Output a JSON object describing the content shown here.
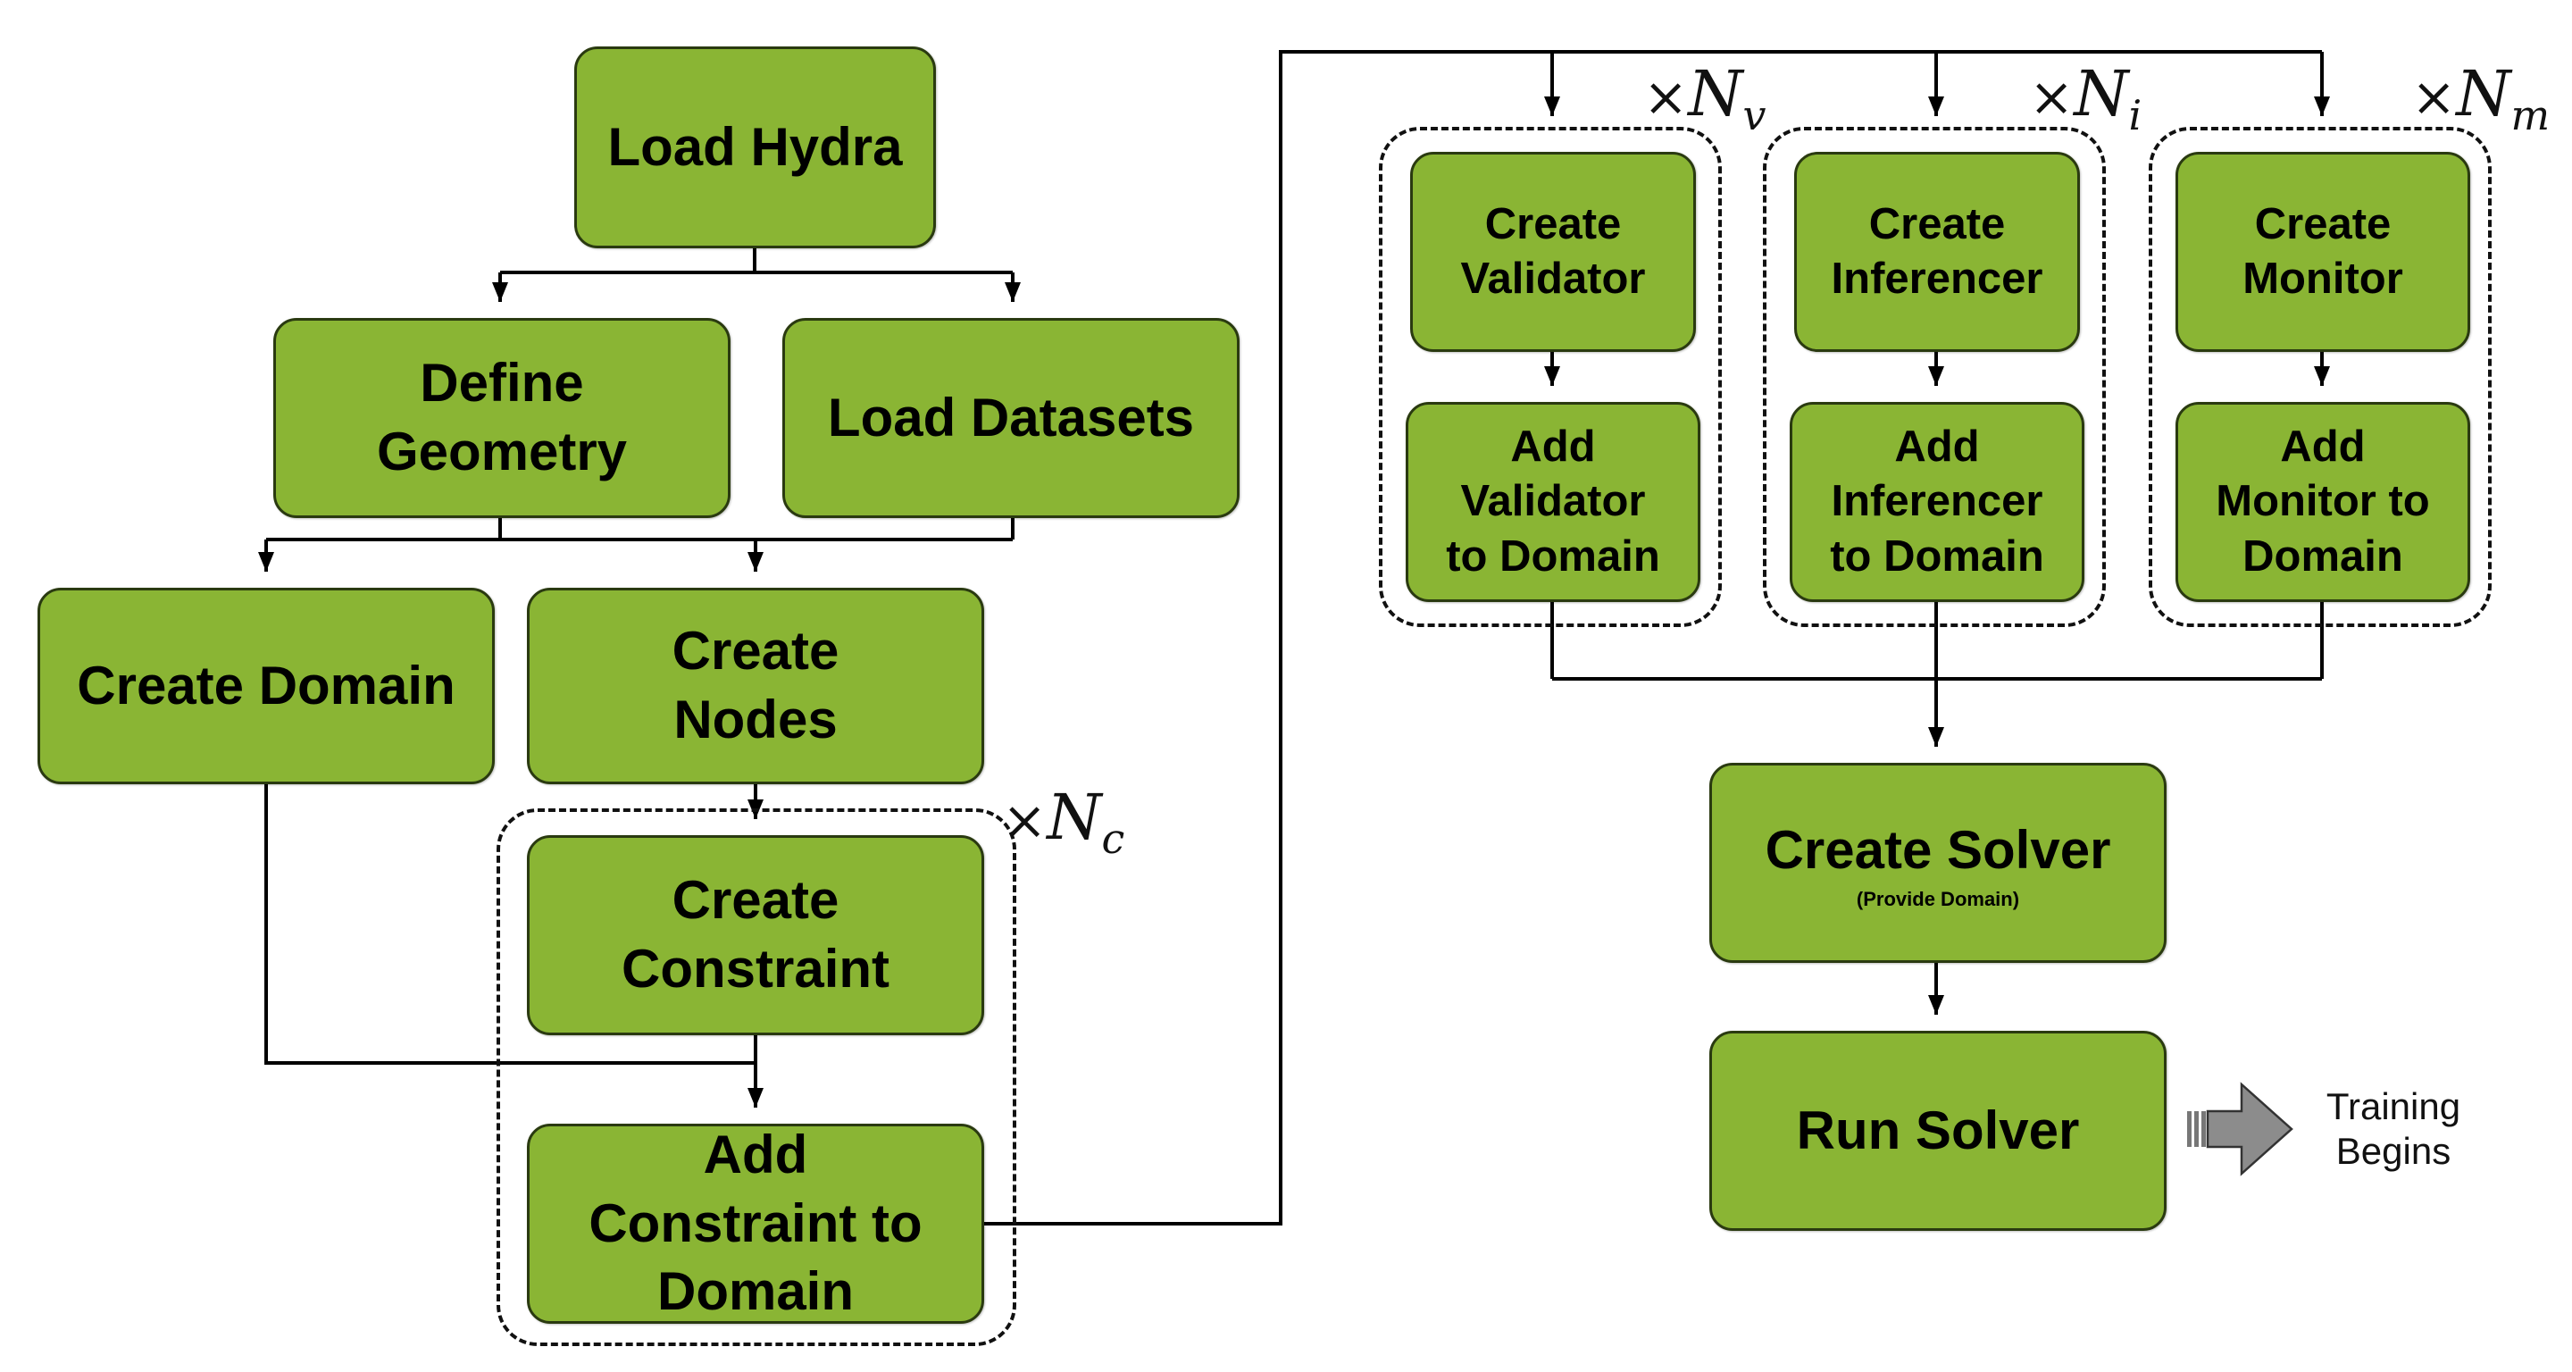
{
  "nodes": {
    "load_hydra": {
      "label": "Load Hydra"
    },
    "define_geometry": {
      "label": "Define\nGeometry"
    },
    "load_datasets": {
      "label": "Load Datasets"
    },
    "create_domain": {
      "label": "Create Domain"
    },
    "create_nodes": {
      "label": "Create\nNodes"
    },
    "create_constraint": {
      "label": "Create\nConstraint"
    },
    "add_constraint": {
      "label": "Add\nConstraint to\nDomain"
    },
    "create_validator": {
      "label": "Create\nValidator"
    },
    "add_validator": {
      "label": "Add\nValidator\nto Domain"
    },
    "create_inferencer": {
      "label": "Create\nInferencer"
    },
    "add_inferencer": {
      "label": "Add\nInferencer\nto Domain"
    },
    "create_monitor": {
      "label": "Create\nMonitor"
    },
    "add_monitor": {
      "label": "Add\nMonitor to\nDomain"
    },
    "create_solver": {
      "label": "Create Solver",
      "sublabel": "(Provide Domain)"
    },
    "run_solver": {
      "label": "Run Solver"
    }
  },
  "groups": {
    "constraint": {
      "times": "×",
      "symbol": "N",
      "subscript": "c"
    },
    "validator": {
      "times": "×",
      "symbol": "N",
      "subscript": "v"
    },
    "inferencer": {
      "times": "×",
      "symbol": "N",
      "subscript": "i"
    },
    "monitor": {
      "times": "×",
      "symbol": "N",
      "subscript": "m"
    }
  },
  "training_note": "Training\nBegins",
  "colors": {
    "node_fill": "#8ab534",
    "node_border": "#2a3a10",
    "line": "#000000",
    "arrow_icon": "#808080"
  },
  "icons": {
    "begin_arrow": "right-block-arrow-icon"
  }
}
